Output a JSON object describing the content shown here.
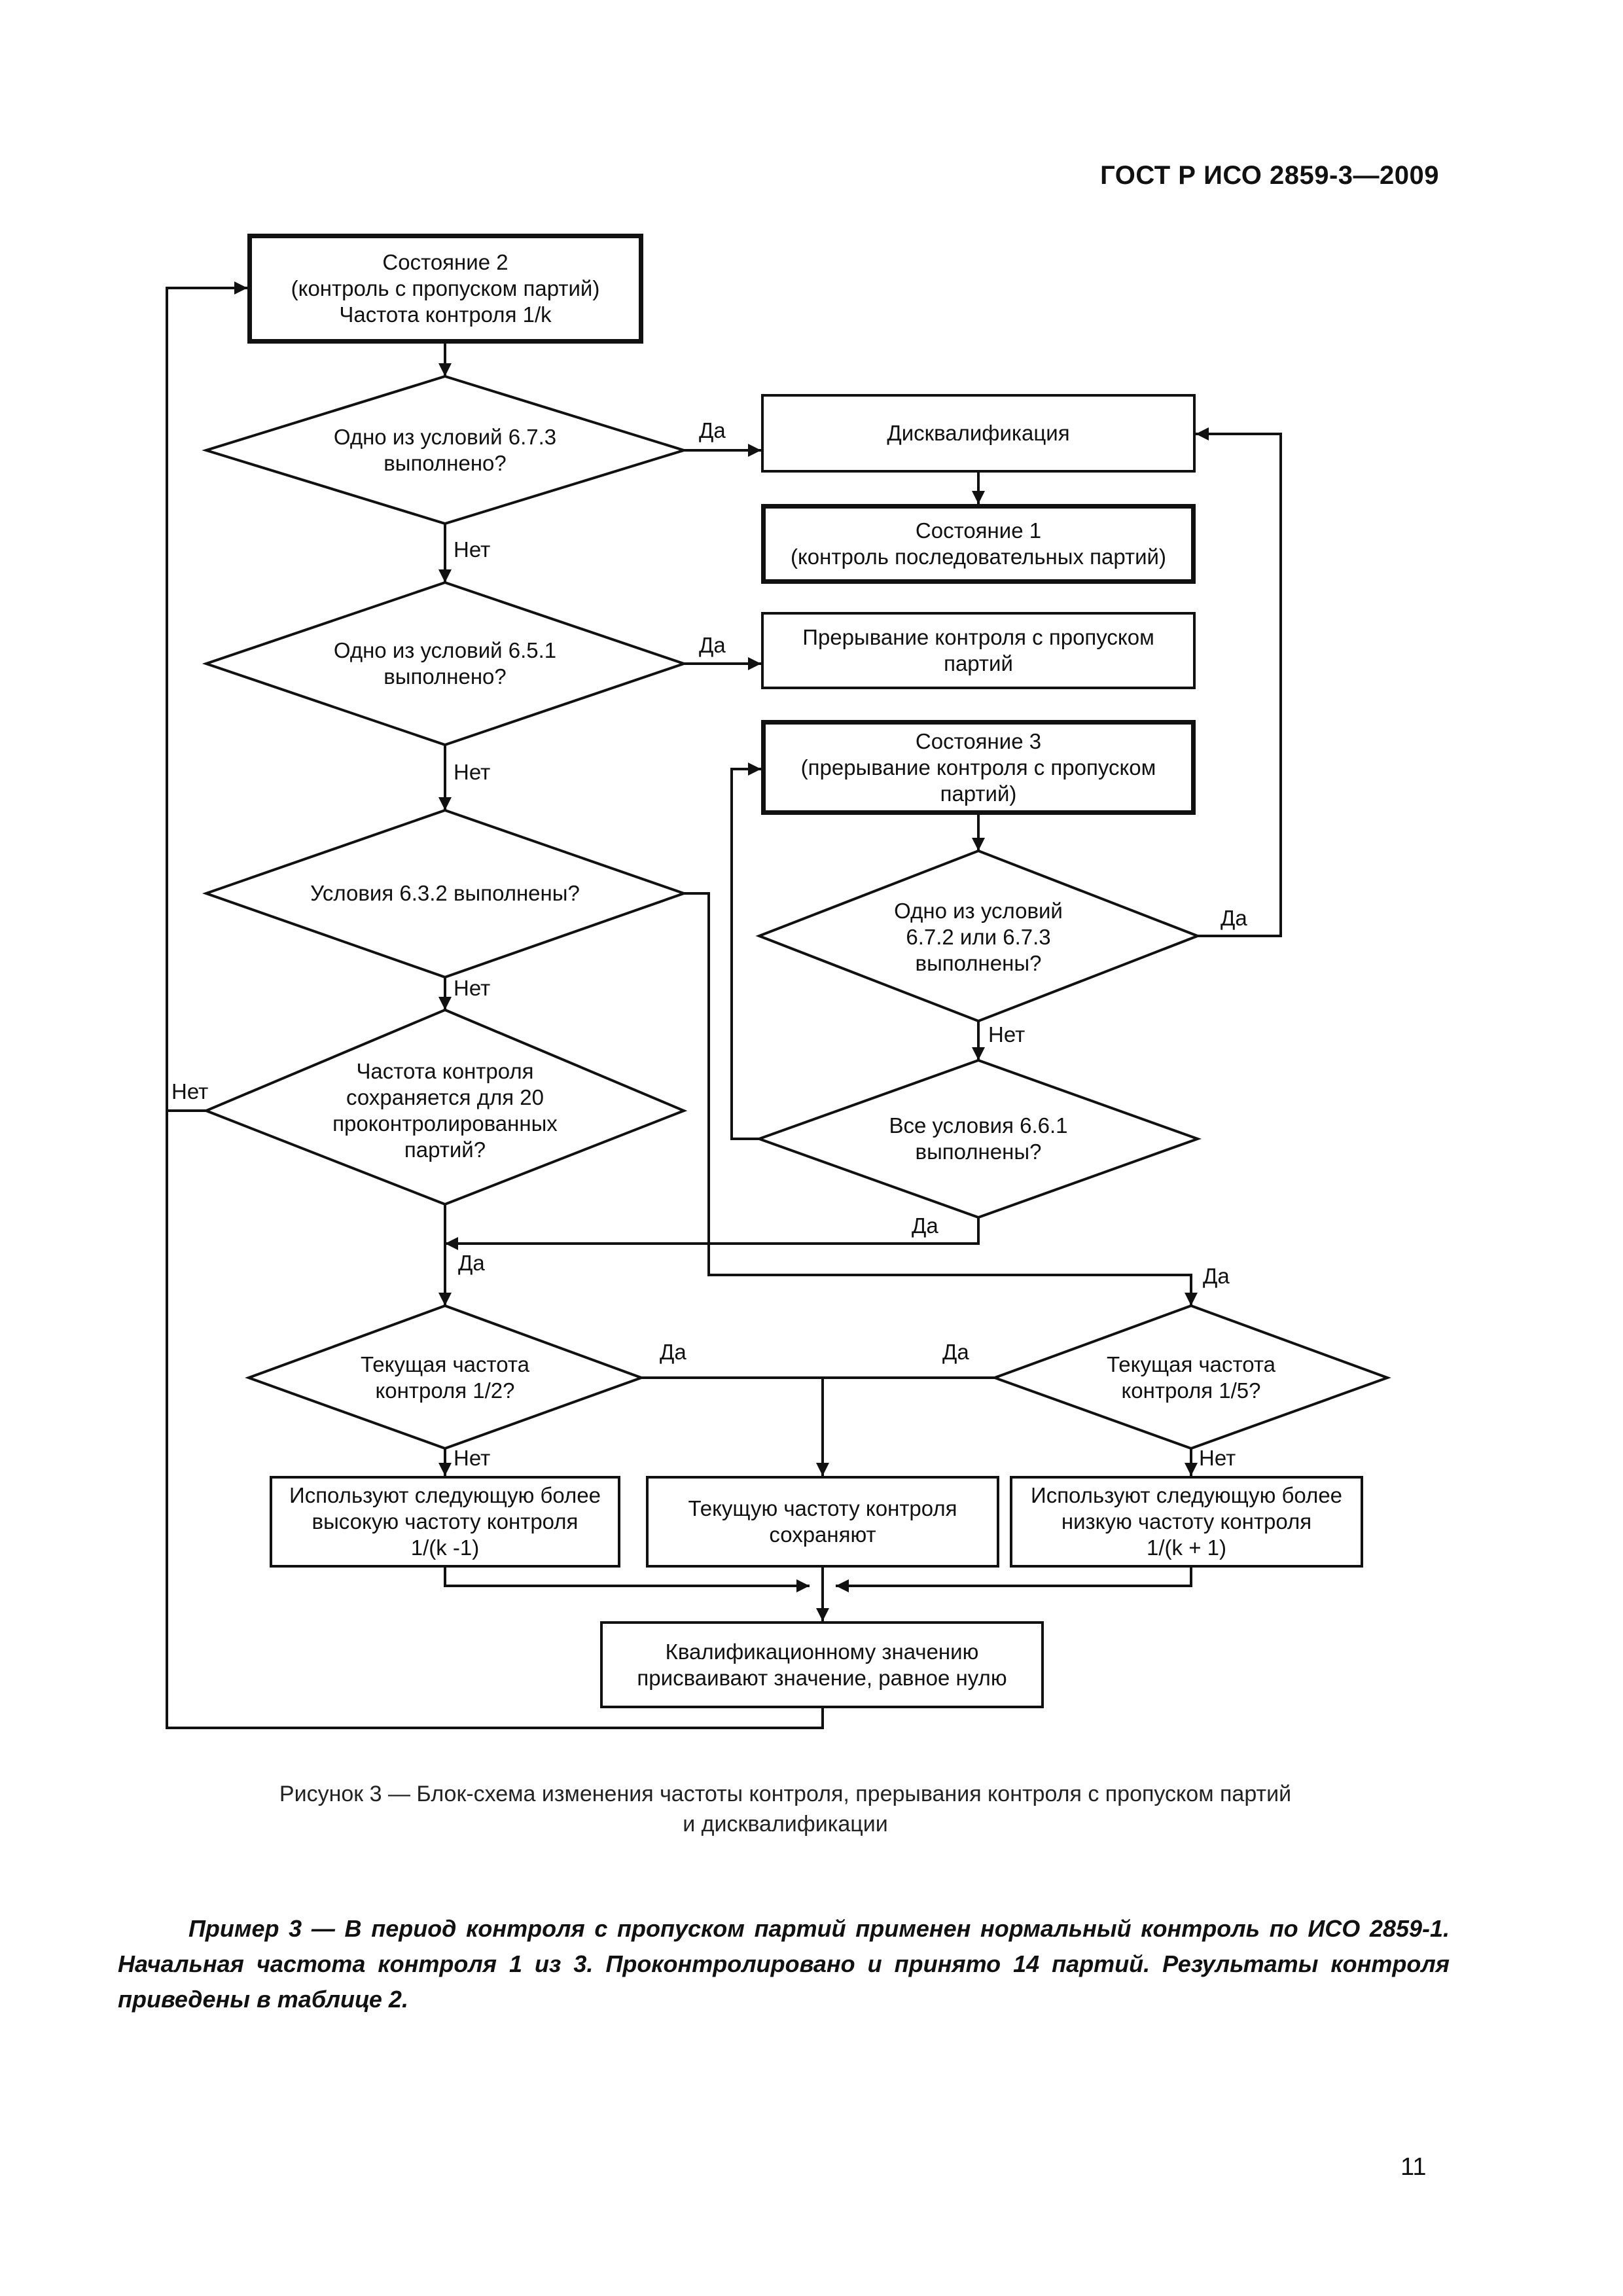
{
  "header": {
    "doc_id": "ГОСТ Р ИСО 2859-3—2009"
  },
  "flowchart": {
    "state2": [
      "Состояние 2",
      "(контроль с пропуском партий)",
      "Частота контроля 1/k"
    ],
    "cond_673": [
      "Одно из условий 6.7.3",
      "выполнено?"
    ],
    "disqualification": "Дисквалификация",
    "state1": [
      "Состояние 1",
      "(контроль последовательных партий)"
    ],
    "cond_651": [
      "Одно из условий 6.5.1",
      "выполнено?"
    ],
    "interrupt": [
      "Прерывание контроля с пропуском",
      "партий"
    ],
    "state3": [
      "Состояние 3",
      "(прерывание контроля с пропуском",
      "партий)"
    ],
    "cond_632": "Условия 6.3.2 выполнены?",
    "cond_672_673": [
      "Одно из условий",
      "6.7.2 или 6.7.3",
      "выполнены?"
    ],
    "cond_freq20": [
      "Частота контроля",
      "сохраняется для 20",
      "проконтролированных",
      "партий?"
    ],
    "cond_661": [
      "Все условия 6.6.1",
      "выполнены?"
    ],
    "cond_half": [
      "Текущая частота",
      "контроля 1/2?"
    ],
    "cond_fifth": [
      "Текущая частота",
      "контроля 1/5?"
    ],
    "use_higher": [
      "Используют следующую более",
      "высокую частоту контроля",
      "1/(k -1)"
    ],
    "keep_current": [
      "Текущую частоту контроля",
      "сохраняют"
    ],
    "use_lower": [
      "Используют следующую более",
      "низкую частоту контроля",
      "1/(k + 1)"
    ],
    "reset_score": [
      "Квалификационному значению",
      "присваивают значение, равное нулю"
    ],
    "yes": "Да",
    "no": "Нет"
  },
  "caption": [
    "Рисунок 3 — Блок-схема изменения частоты контроля, прерывания контроля с пропуском партий",
    "и дисквалификации"
  ],
  "example": "Пример 3 — В период контроля с пропуском партий применен нормальный контроль по ИСО 2859-1. Начальная частота контроля 1 из 3. Проконтролировано и принято 14 партий. Результаты контроля приведены в таблице 2.",
  "page_number": "11"
}
